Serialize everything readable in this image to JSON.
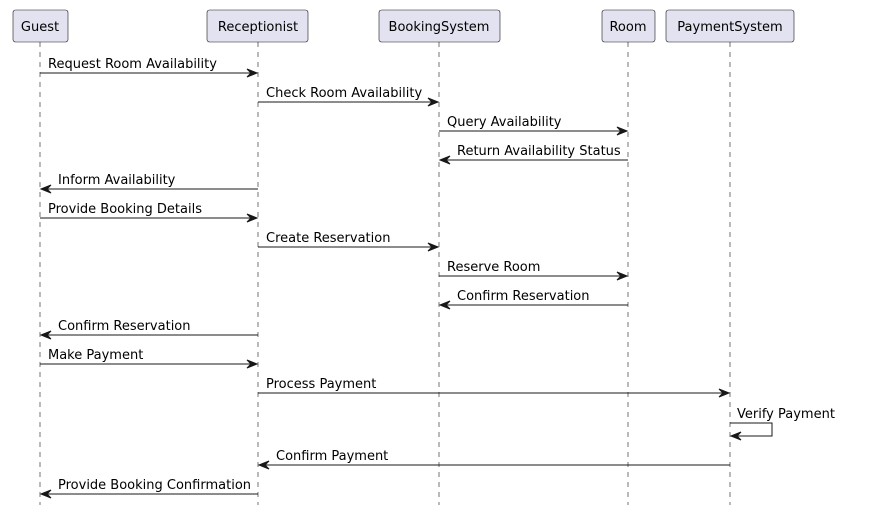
{
  "diagram": {
    "type": "sequence",
    "participants": [
      {
        "id": "guest",
        "label": "Guest"
      },
      {
        "id": "receptionist",
        "label": "Receptionist"
      },
      {
        "id": "booking",
        "label": "BookingSystem"
      },
      {
        "id": "room",
        "label": "Room"
      },
      {
        "id": "payment",
        "label": "PaymentSystem"
      }
    ],
    "messages": [
      {
        "from": "guest",
        "to": "receptionist",
        "label": "Request Room Availability"
      },
      {
        "from": "receptionist",
        "to": "booking",
        "label": "Check Room Availability"
      },
      {
        "from": "booking",
        "to": "room",
        "label": "Query Availability"
      },
      {
        "from": "room",
        "to": "booking",
        "label": "Return Availability Status"
      },
      {
        "from": "receptionist",
        "to": "guest",
        "label": "Inform Availability"
      },
      {
        "from": "guest",
        "to": "receptionist",
        "label": "Provide Booking Details"
      },
      {
        "from": "receptionist",
        "to": "booking",
        "label": "Create Reservation"
      },
      {
        "from": "booking",
        "to": "room",
        "label": "Reserve Room"
      },
      {
        "from": "room",
        "to": "booking",
        "label": "Confirm Reservation"
      },
      {
        "from": "receptionist",
        "to": "guest",
        "label": "Confirm Reservation"
      },
      {
        "from": "guest",
        "to": "receptionist",
        "label": "Make Payment"
      },
      {
        "from": "receptionist",
        "to": "payment",
        "label": "Process Payment"
      },
      {
        "from": "payment",
        "to": "payment",
        "label": "Verify Payment"
      },
      {
        "from": "payment",
        "to": "receptionist",
        "label": "Confirm Payment"
      },
      {
        "from": "receptionist",
        "to": "guest",
        "label": "Provide Booking Confirmation"
      }
    ]
  },
  "colors": {
    "participant_fill": "#E2E2F0",
    "line": "#181818"
  }
}
